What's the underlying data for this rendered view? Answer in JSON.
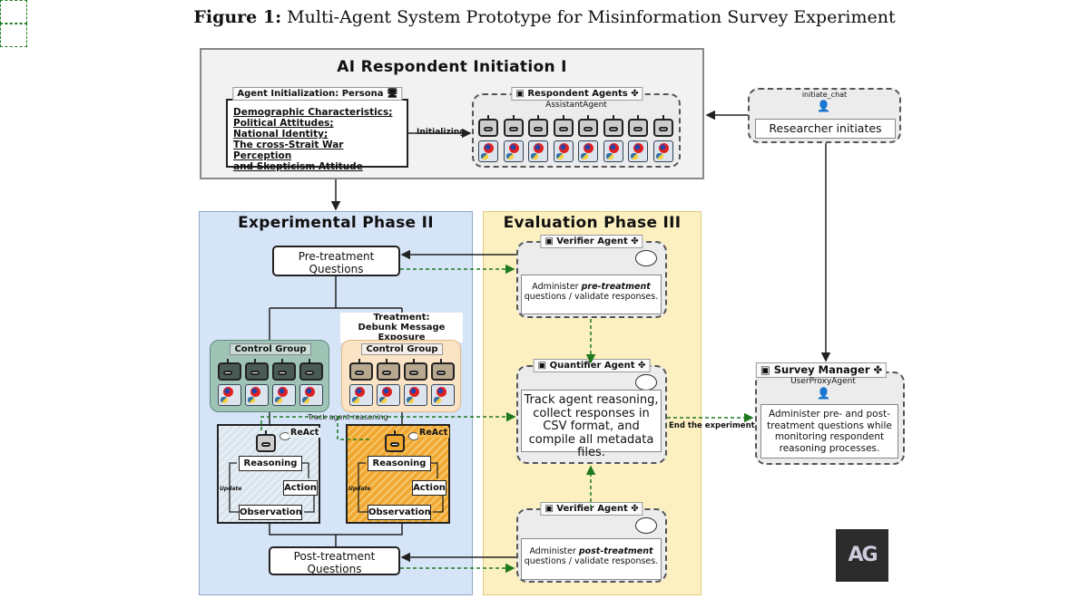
{
  "figure": {
    "label": "Figure 1:",
    "title": "Multi-Agent System Prototype for Misinformation Survey Experiment"
  },
  "phase1": {
    "title": "AI Respondent Initiation I",
    "persona_label": "Agent Initialization: Persona",
    "persona_items": [
      "Demographic Characteristics;",
      "Political Attitudes;",
      "National Identity;",
      "The cross-Strait War Perception",
      "and Skepticism Attitude"
    ],
    "initializing": "Initializing",
    "respondent_label": "Respondent Agents",
    "respondent_type": "AssistantAgent",
    "agent_count": 8
  },
  "researcher": {
    "label": "initiate_chat",
    "text": "Researcher initiates"
  },
  "phase2": {
    "title": "Experimental  Phase II",
    "pre": "Pre-treatment Questions",
    "treatment": "Treatment:",
    "treatment_sub": "Debunk Message Exposure",
    "group_left": "Control Group",
    "group_right": "Control Group",
    "track": "Track agent reasoning",
    "react": "ReAct",
    "reasoning": "Reasoning",
    "action": "Action",
    "observation": "Observation",
    "update": "Update",
    "post": "Post-treatment Questions",
    "group_colors": {
      "control": "#9fc3b5",
      "treatment": "#fbe3c5",
      "react_treatment": "#f0a830"
    }
  },
  "phase3": {
    "title": "Evaluation  Phase III",
    "verifier_label": "Verifier Agent",
    "verifier_pre": {
      "a": "Administer ",
      "b": "pre-treatment",
      "c": " questions / validate responses."
    },
    "quantifier_label": "Quantifier Agent",
    "quantifier_text": "Track agent reasoning, collect responses in CSV format, and compile all metadata files.",
    "verifier_post": {
      "a": "Administer ",
      "b": "post-treatment",
      "c": " questions / validate responses."
    }
  },
  "end": "End the experiment",
  "survey": {
    "label": "Survey Manager",
    "type": "UserProxyAgent",
    "text": "Administer pre- and post-treatment questions while monitoring respondent reasoning processes."
  },
  "logo": "AG",
  "colors": {
    "phase1_bg": "#f2f2f2",
    "phase2_bg": "#d6e4f7",
    "phase3_bg": "#fcf0c0",
    "dashed_arrow": "#1f7a1f"
  }
}
